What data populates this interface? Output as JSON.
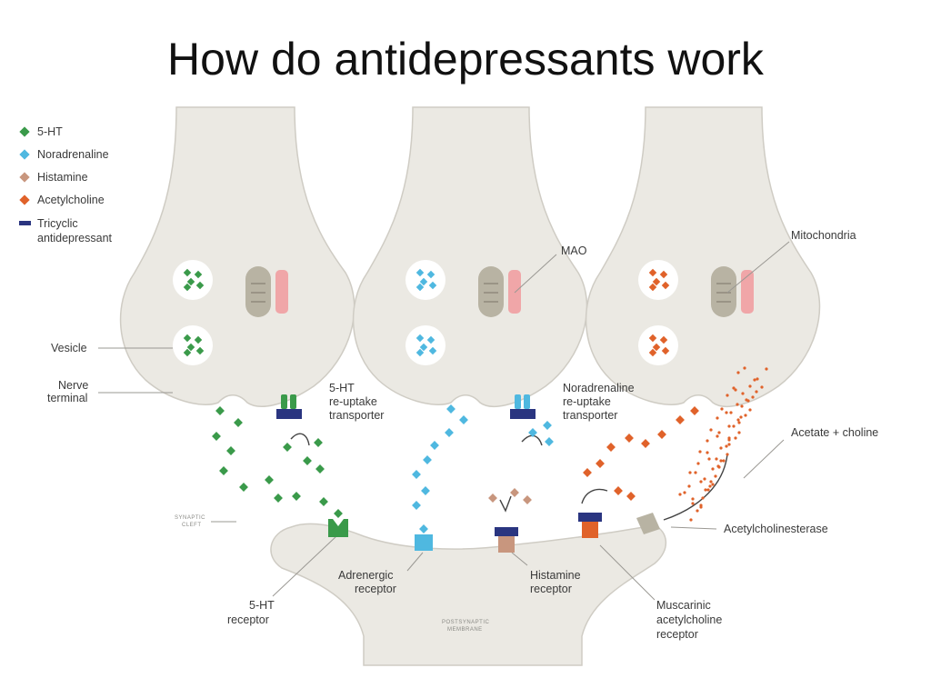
{
  "title": "How do antidepressants work",
  "legend": [
    {
      "label": "5-HT",
      "color": "#3a9a4a",
      "shape": "diamond"
    },
    {
      "label": "Noradrenaline",
      "color": "#4fb8e0",
      "shape": "diamond"
    },
    {
      "label": "Histamine",
      "color": "#c8967e",
      "shape": "diamond"
    },
    {
      "label": "Acetylcholine",
      "color": "#e0622a",
      "shape": "diamond"
    },
    {
      "label": "Tricyclic",
      "label2": "antidepressant",
      "color": "#2a3580",
      "shape": "bar"
    }
  ],
  "labels": {
    "vesicle": "Vesicle",
    "nerve_terminal_1": "Nerve",
    "nerve_terminal_2": "terminal",
    "mao": "MAO",
    "mitochondria": "Mitochondria",
    "ht_transporter_1": "5-HT",
    "ht_transporter_2": "re-uptake",
    "ht_transporter_3": "transporter",
    "na_transporter_1": "Noradrenaline",
    "na_transporter_2": "re-uptake",
    "na_transporter_3": "transporter",
    "acetate_choline": "Acetate + choline",
    "acetylcholinesterase": "Acetylcholinesterase",
    "synaptic_cleft_1": "SYNAPTIC",
    "synaptic_cleft_2": "CLEFT",
    "ht_receptor_1": "5-HT",
    "ht_receptor_2": "receptor",
    "adrenergic_1": "Adrenergic",
    "adrenergic_2": "receptor",
    "histamine_receptor_1": "Histamine",
    "histamine_receptor_2": "receptor",
    "muscarinic_1": "Muscarinic",
    "muscarinic_2": "acetylcholine",
    "muscarinic_3": "receptor",
    "postsynaptic_1": "POSTSYNAPTIC",
    "postsynaptic_2": "MEMBRANE"
  },
  "colors": {
    "membrane_fill": "#ebe9e3",
    "membrane_stroke": "#cfccc4",
    "mitochondria": "#b8b3a3",
    "mao": "#f0a6a8",
    "transporter": "#2a3580",
    "ht": "#3a9a4a",
    "na": "#4fb8e0",
    "hist": "#c8967e",
    "ach": "#e0622a"
  }
}
